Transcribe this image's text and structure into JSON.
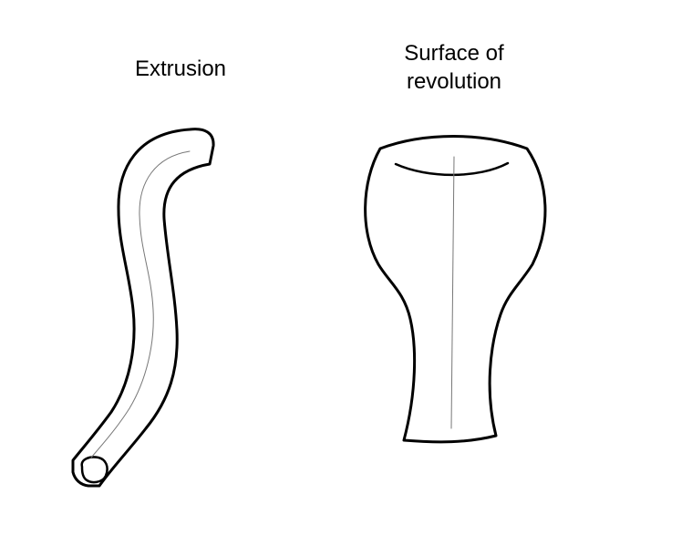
{
  "labels": {
    "extrusion": "Extrusion",
    "revolution_line1": "Surface of",
    "revolution_line2": "revolution"
  },
  "colors": {
    "background": "#ffffff",
    "outline": "#000000",
    "axis_line": "#777777"
  }
}
